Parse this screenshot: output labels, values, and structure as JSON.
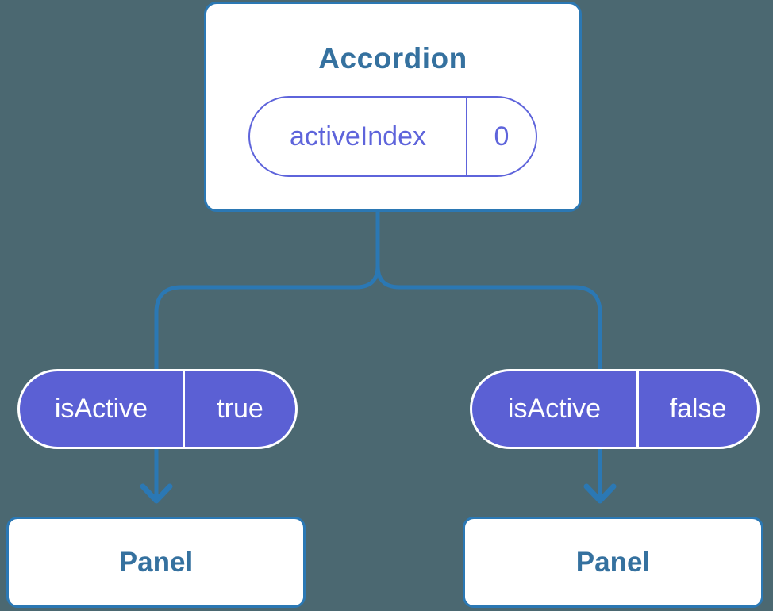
{
  "background_color": "#4B6871",
  "colors": {
    "line_blue": "#2B78B4",
    "component_text_blue": "#35719F",
    "pill_fill_purple": "#5B60D4",
    "pill_outline_purple": "#5E64DB",
    "pill_text_white": "#FFFFFF",
    "box_fill_white": "#FFFFFF"
  },
  "diagram": {
    "root": {
      "title": "Accordion",
      "state_pill": {
        "label": "activeIndex",
        "value": "0"
      }
    },
    "children": [
      {
        "prop_pill": {
          "label": "isActive",
          "value": "true"
        },
        "panel": {
          "label": "Panel"
        }
      },
      {
        "prop_pill": {
          "label": "isActive",
          "value": "false"
        },
        "panel": {
          "label": "Panel"
        }
      }
    ]
  }
}
